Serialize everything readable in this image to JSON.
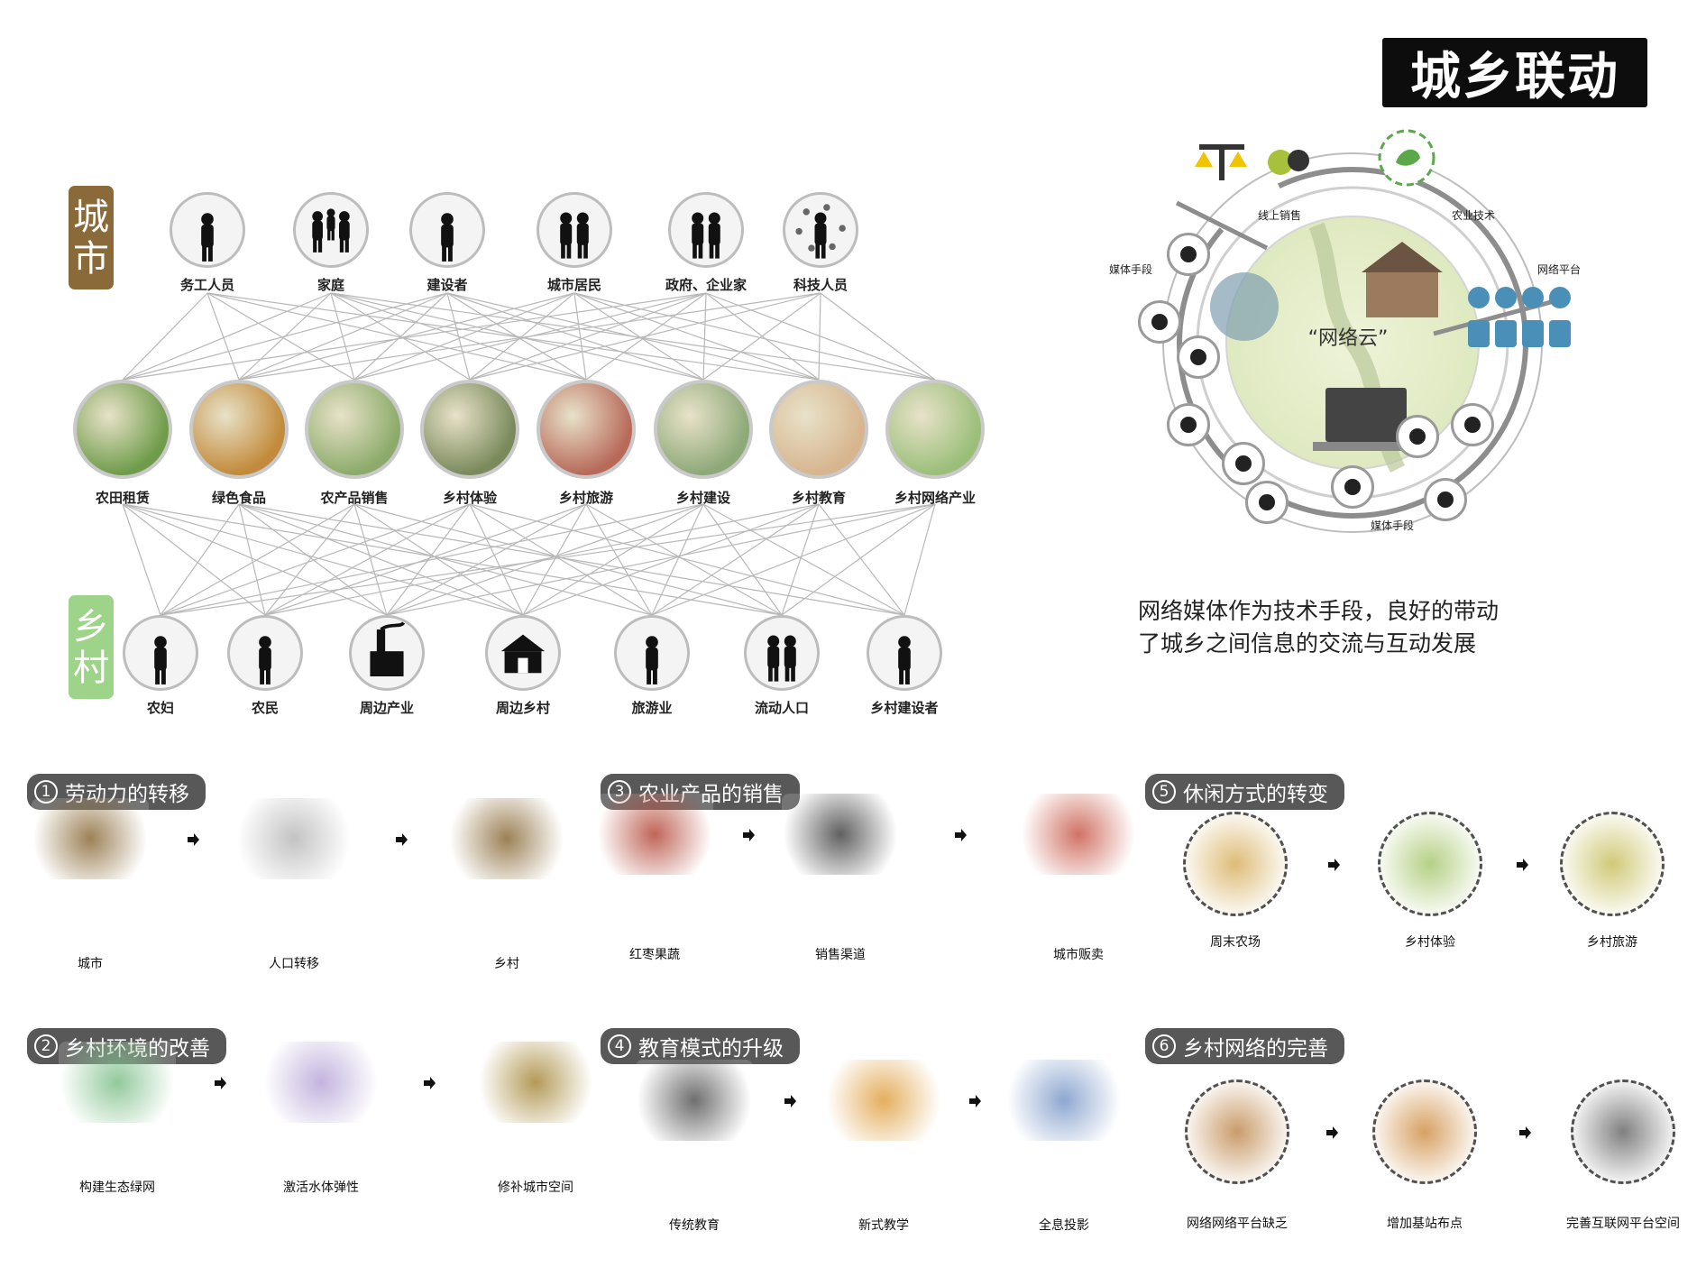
{
  "title": "城乡联动",
  "tags": {
    "city": [
      "城",
      "市"
    ],
    "rural": [
      "乡",
      "村"
    ]
  },
  "city_people": [
    {
      "label": "务工人员",
      "icon": "soldier-silhouette-icon"
    },
    {
      "label": "家庭",
      "icon": "family-silhouette-icon"
    },
    {
      "label": "建设者",
      "icon": "worker-silhouette-icon"
    },
    {
      "label": "城市居民",
      "icon": "residents-silhouette-icon"
    },
    {
      "label": "政府、企业家",
      "icon": "businessmen-silhouette-icon"
    },
    {
      "label": "科技人员",
      "icon": "scientist-silhouette-icon"
    }
  ],
  "middle_items": [
    {
      "label": "农田租赁",
      "color": "#6f9c4a"
    },
    {
      "label": "绿色食品",
      "color": "#c28a3a"
    },
    {
      "label": "农产品销售",
      "color": "#8cab6a"
    },
    {
      "label": "乡村体验",
      "color": "#7a8a5c"
    },
    {
      "label": "乡村旅游",
      "color": "#b86a5a"
    },
    {
      "label": "乡村建设",
      "color": "#8ea978"
    },
    {
      "label": "乡村教育",
      "color": "#d7b58e"
    },
    {
      "label": "乡村网络产业",
      "color": "#9bbf7a"
    }
  ],
  "rural_people": [
    {
      "label": "农妇",
      "icon": "farmwoman-silhouette-icon"
    },
    {
      "label": "农民",
      "icon": "farmer-silhouette-icon"
    },
    {
      "label": "周边产业",
      "icon": "factory-silhouette-icon"
    },
    {
      "label": "周边乡村",
      "icon": "village-house-icon"
    },
    {
      "label": "旅游业",
      "icon": "tourist-silhouette-icon"
    },
    {
      "label": "流动人口",
      "icon": "migrants-silhouette-icon"
    },
    {
      "label": "乡村建设者",
      "icon": "builder-silhouette-icon"
    }
  ],
  "network_diagram": {
    "center_label": "“网络云”",
    "labels": {
      "online_sales": "线上销售",
      "agri_tech": "农业技术",
      "media_top": "媒体手段",
      "network_platform": "网络平台",
      "media_bottom": "媒体手段"
    }
  },
  "description": [
    "网络媒体作为技术手段，良好的带动",
    "了城乡之间信息的交流与互动发展"
  ],
  "sections": [
    {
      "num": "1",
      "title": "劳动力的转移",
      "steps": [
        "城市",
        "人口转移",
        "乡村"
      ]
    },
    {
      "num": "2",
      "title": "乡村环境的改善",
      "steps": [
        "构建生态绿网",
        "激活水体弹性",
        "修补城市空间"
      ]
    },
    {
      "num": "3",
      "title": "农业产品的销售",
      "steps": [
        "红枣果蔬",
        "销售渠道",
        "城市贩卖"
      ]
    },
    {
      "num": "4",
      "title": "教育模式的升级",
      "steps": [
        "传统教育",
        "新式教学",
        "全息投影"
      ]
    },
    {
      "num": "5",
      "title": "休闲方式的转变",
      "steps": [
        "周末农场",
        "乡村体验",
        "乡村旅游"
      ]
    },
    {
      "num": "6",
      "title": "乡村网络的完善",
      "steps": [
        "网络网络平台缺乏",
        "增加基站布点",
        "完善互联网平台空间"
      ]
    }
  ]
}
